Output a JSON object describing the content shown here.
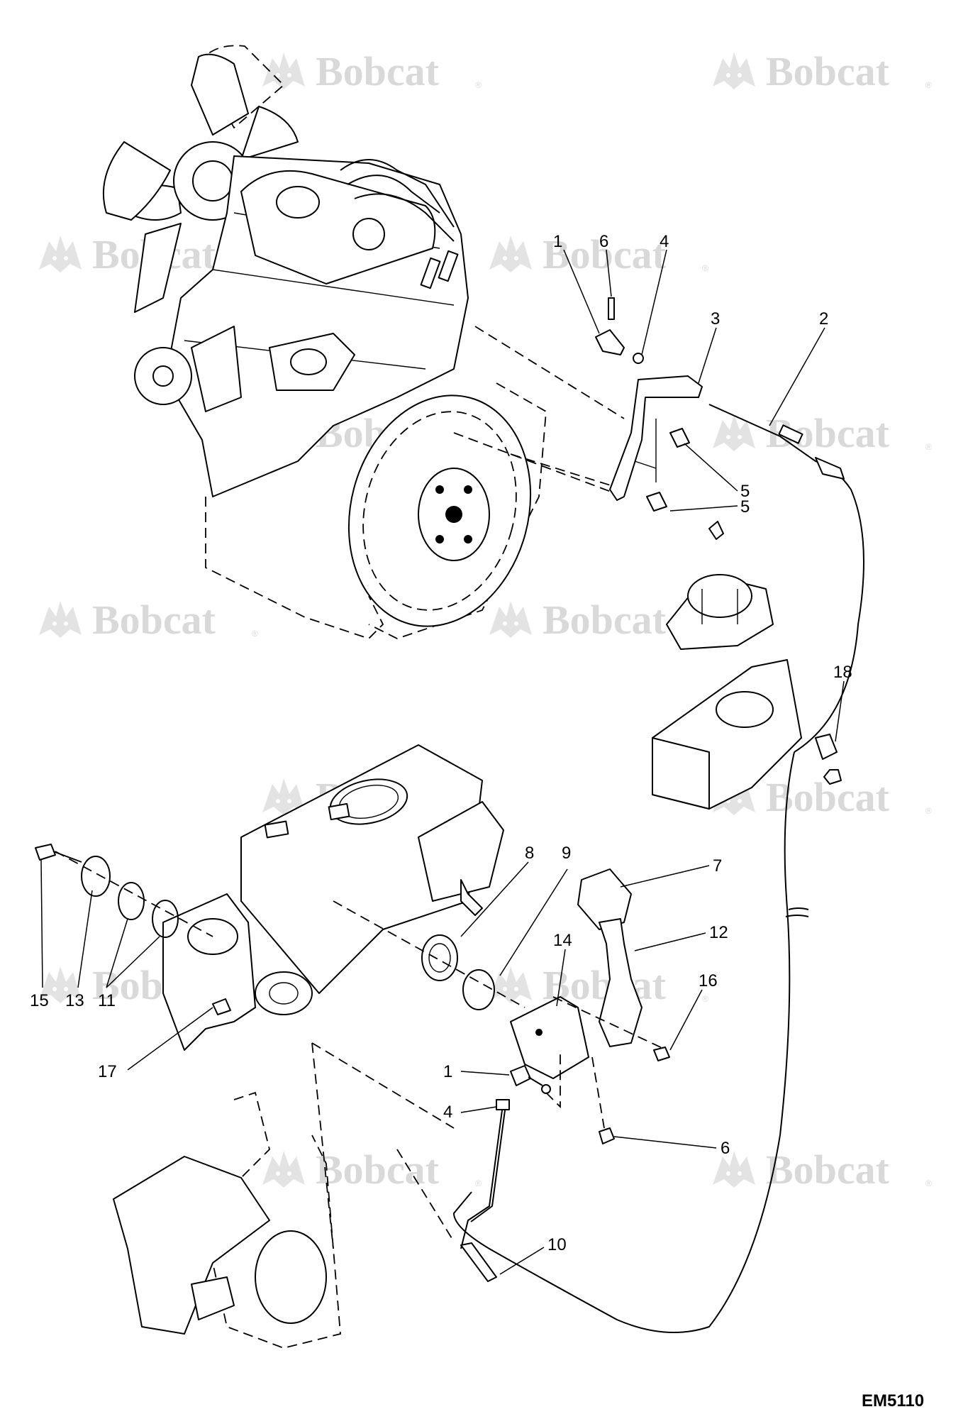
{
  "watermark": {
    "text": "Bobcat",
    "reg_mark": "®"
  },
  "figure_id": "EM5110",
  "callouts": {
    "c1a": "1",
    "c6a": "6",
    "c4a": "4",
    "c3": "3",
    "c2": "2",
    "c5a": "5",
    "c5b": "5",
    "c18": "18",
    "c8": "8",
    "c9": "9",
    "c7": "7",
    "c12": "12",
    "c14": "14",
    "c16": "16",
    "c15": "15",
    "c13": "13",
    "c11": "11",
    "c17": "17",
    "c1b": "1",
    "c4b": "4",
    "c6b": "6",
    "c10": "10"
  },
  "icons": [
    "bobcat-logo-icon"
  ]
}
